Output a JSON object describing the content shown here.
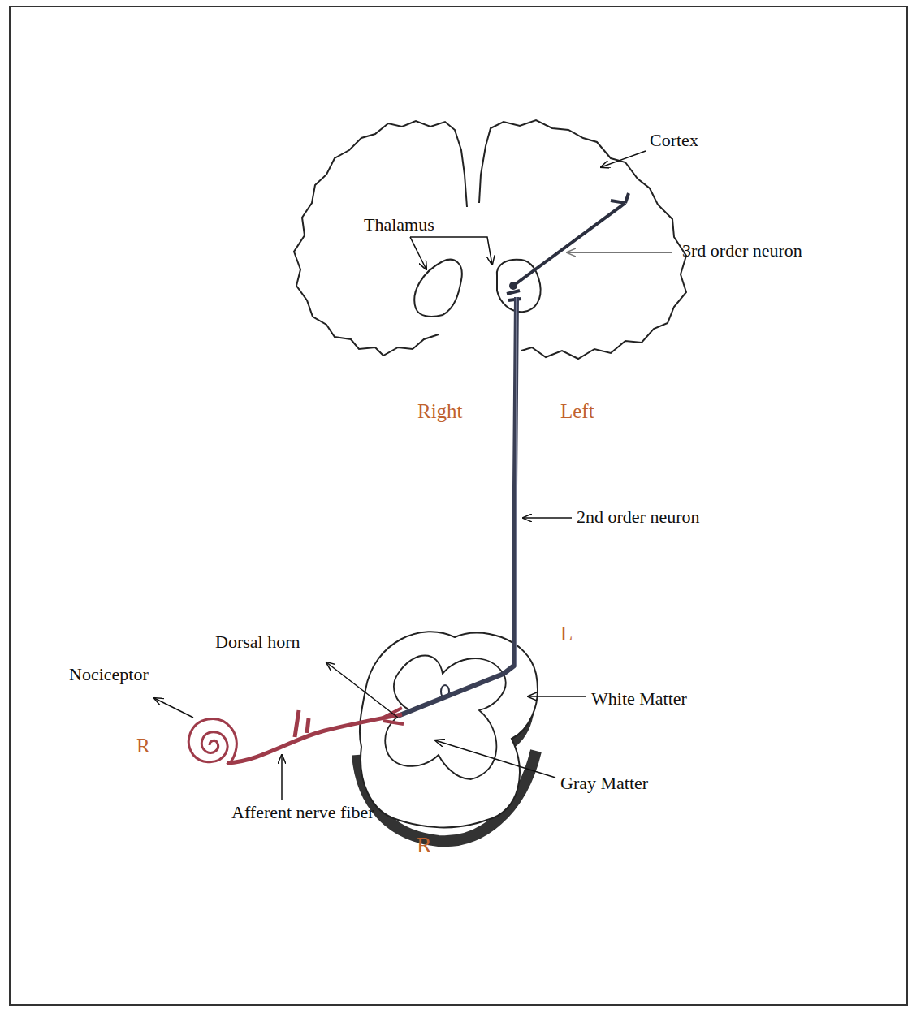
{
  "diagram": {
    "labels": [
      "Cortex",
      "Thalamus",
      "3rd order neuron",
      "Right",
      "Left",
      "2nd order neuron",
      "L",
      "Dorsal horn",
      "Nociceptor",
      "White Matter",
      "R",
      "Gray Matter",
      "Afferent nerve fiber",
      "R"
    ]
  }
}
